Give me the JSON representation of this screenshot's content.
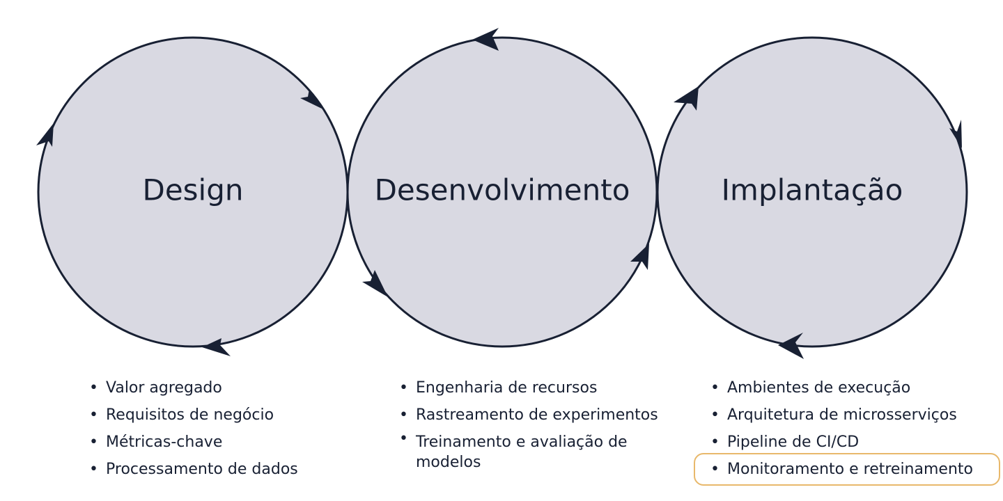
{
  "colors": {
    "circle_fill": "#d9d9e2",
    "stroke": "#182033",
    "highlight_border": "#e8b86b"
  },
  "stages": [
    {
      "title": "Design",
      "items": [
        "Valor agregado",
        "Requisitos de negócio",
        "Métricas-chave",
        "Processamento de dados"
      ]
    },
    {
      "title": "Desenvolvimento",
      "items": [
        "Engenharia de recursos",
        "Rastreamento de experimentos",
        "Treinamento e avaliação de modelos"
      ]
    },
    {
      "title": "Implantação",
      "items": [
        "Ambientes de execução",
        "Arquitetura de microsserviços",
        "Pipeline de CI/CD",
        "Monitoramento e retreinamento"
      ],
      "highlighted_item": "Monitoramento e retreinamento"
    }
  ]
}
